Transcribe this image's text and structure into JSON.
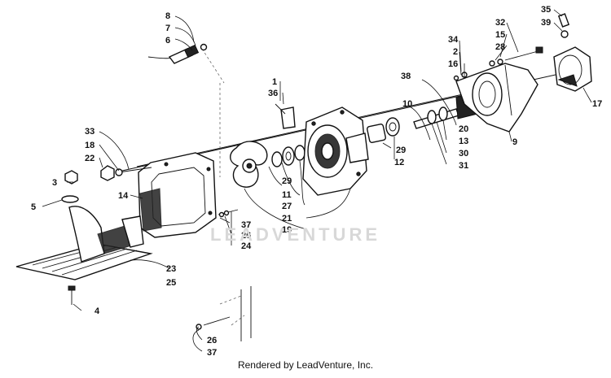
{
  "watermark": "LEADVENTURE",
  "credit": "Rendered by LeadVenture, Inc.",
  "callouts": [
    {
      "id": "1",
      "text": "1"
    },
    {
      "id": "2",
      "text": "2"
    },
    {
      "id": "3",
      "text": "3"
    },
    {
      "id": "4",
      "text": "4"
    },
    {
      "id": "5",
      "text": "5"
    },
    {
      "id": "6",
      "text": "6"
    },
    {
      "id": "7",
      "text": "7"
    },
    {
      "id": "8",
      "text": "8"
    },
    {
      "id": "9",
      "text": "9"
    },
    {
      "id": "10",
      "text": "10"
    },
    {
      "id": "11",
      "text": "11"
    },
    {
      "id": "12",
      "text": "12"
    },
    {
      "id": "13",
      "text": "13"
    },
    {
      "id": "14",
      "text": "14"
    },
    {
      "id": "15",
      "text": "15"
    },
    {
      "id": "16",
      "text": "16"
    },
    {
      "id": "17",
      "text": "17"
    },
    {
      "id": "18",
      "text": "18"
    },
    {
      "id": "19",
      "text": "19"
    },
    {
      "id": "20",
      "text": "20"
    },
    {
      "id": "21",
      "text": "21"
    },
    {
      "id": "22",
      "text": "22"
    },
    {
      "id": "23",
      "text": "23"
    },
    {
      "id": "24",
      "text": "24"
    },
    {
      "id": "25",
      "text": "25"
    },
    {
      "id": "26a",
      "text": "26"
    },
    {
      "id": "26b",
      "text": "26"
    },
    {
      "id": "27",
      "text": "27"
    },
    {
      "id": "28",
      "text": "28"
    },
    {
      "id": "29a",
      "text": "29"
    },
    {
      "id": "29b",
      "text": "29"
    },
    {
      "id": "30",
      "text": "30"
    },
    {
      "id": "31",
      "text": "31"
    },
    {
      "id": "32",
      "text": "32"
    },
    {
      "id": "33",
      "text": "33"
    },
    {
      "id": "34",
      "text": "34"
    },
    {
      "id": "35",
      "text": "35"
    },
    {
      "id": "36",
      "text": "36"
    },
    {
      "id": "37a",
      "text": "37"
    },
    {
      "id": "37b",
      "text": "37"
    },
    {
      "id": "38",
      "text": "38"
    },
    {
      "id": "39",
      "text": "39"
    }
  ]
}
